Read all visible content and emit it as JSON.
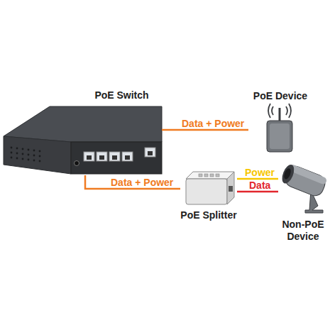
{
  "diagram": {
    "nodes": [
      {
        "text": [
          "PoE Switch"
        ]
      },
      {
        "text": [
          "PoE Device"
        ]
      },
      {
        "text": [
          "PoE Splitter"
        ]
      },
      {
        "text": [
          "Non-PoE Device"
        ]
      }
    ],
    "edges": [
      {
        "from": 0,
        "to": 1,
        "label": "Data + Power",
        "arrow": "none"
      },
      {
        "from": 0,
        "to": 2,
        "label": "Data + Power",
        "arrow": "none"
      },
      {
        "from": 2,
        "to": 3,
        "label": "Power",
        "arrow": "none"
      },
      {
        "from": 2,
        "to": 3,
        "label": "Data",
        "arrow": "none"
      }
    ]
  }
}
